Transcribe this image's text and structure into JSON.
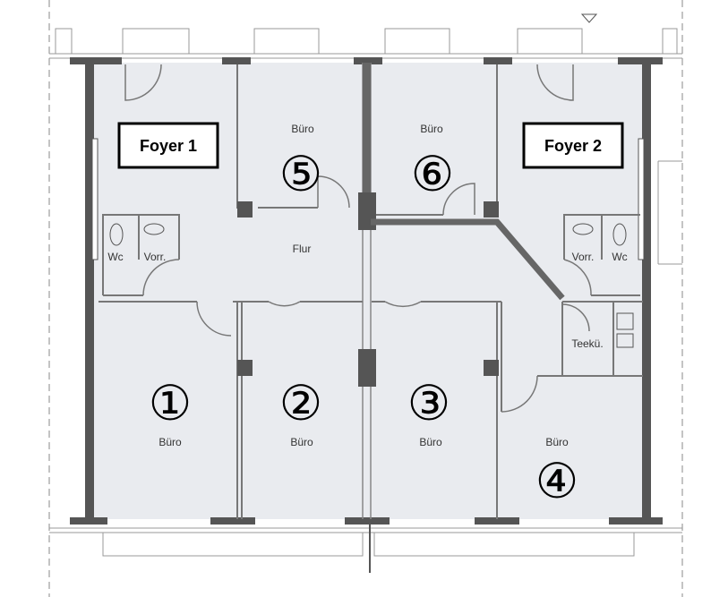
{
  "title": "Floor plan",
  "rooms": {
    "foyer1": "Foyer 1",
    "foyer2": "Foyer 2",
    "office_label": "Büro",
    "hallway": "Flur",
    "wc": "Wc",
    "vorraum": "Vorr.",
    "teekueche": "Teekü."
  },
  "numbers": {
    "office1": "①",
    "office2": "②",
    "office3": "③",
    "office4": "④",
    "office5": "⑤",
    "office6": "⑥"
  },
  "colors": {
    "floor": "#e9ebef",
    "wall": "#555555"
  }
}
